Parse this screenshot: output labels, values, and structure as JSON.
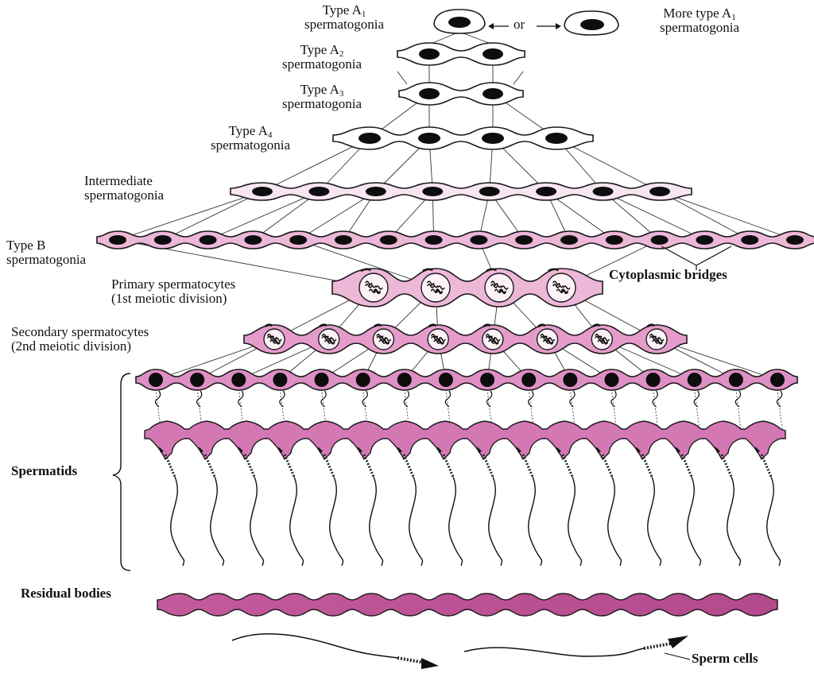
{
  "labels": {
    "type_a1_line1": "Type A",
    "type_a1_sub": "1",
    "type_a1_line2": "spermatogonia",
    "or": "or",
    "more_a1_line1": "More type A",
    "more_a1_sub": "1",
    "more_a1_line2": "spermatogonia",
    "type_a2_line1": "Type A",
    "type_a2_sub": "2",
    "type_a2_line2": "spermatogonia",
    "type_a3_line1": "Type A",
    "type_a3_sub": "3",
    "type_a3_line2": "spermatogonia",
    "type_a4_line1": "Type A",
    "type_a4_sub": "4",
    "type_a4_line2": "spermatogonia",
    "intermediate_line1": "Intermediate",
    "intermediate_line2": "spermatogonia",
    "type_b_line1": "Type B",
    "type_b_line2": "spermatogonia",
    "primary_line1": "Primary spermatocytes",
    "primary_line2": "(1st meiotic division)",
    "secondary_line1": "Secondary spermatocytes",
    "secondary_line2": "(2nd meiotic division)",
    "cytoplasmic_bridges": "Cytoplasmic bridges",
    "spermatids": "Spermatids",
    "residual_bodies": "Residual bodies",
    "sperm_cells": "Sperm cells"
  },
  "colors": {
    "outline": "#1a1a1a",
    "nucleus": "#0d0d0d",
    "pale_pink": "#f7e6f1",
    "light_pink": "#edb7d8",
    "medium_pink": "#e59ccb",
    "magenta": "#c8589e",
    "dark_magenta": "#b44a8c"
  }
}
